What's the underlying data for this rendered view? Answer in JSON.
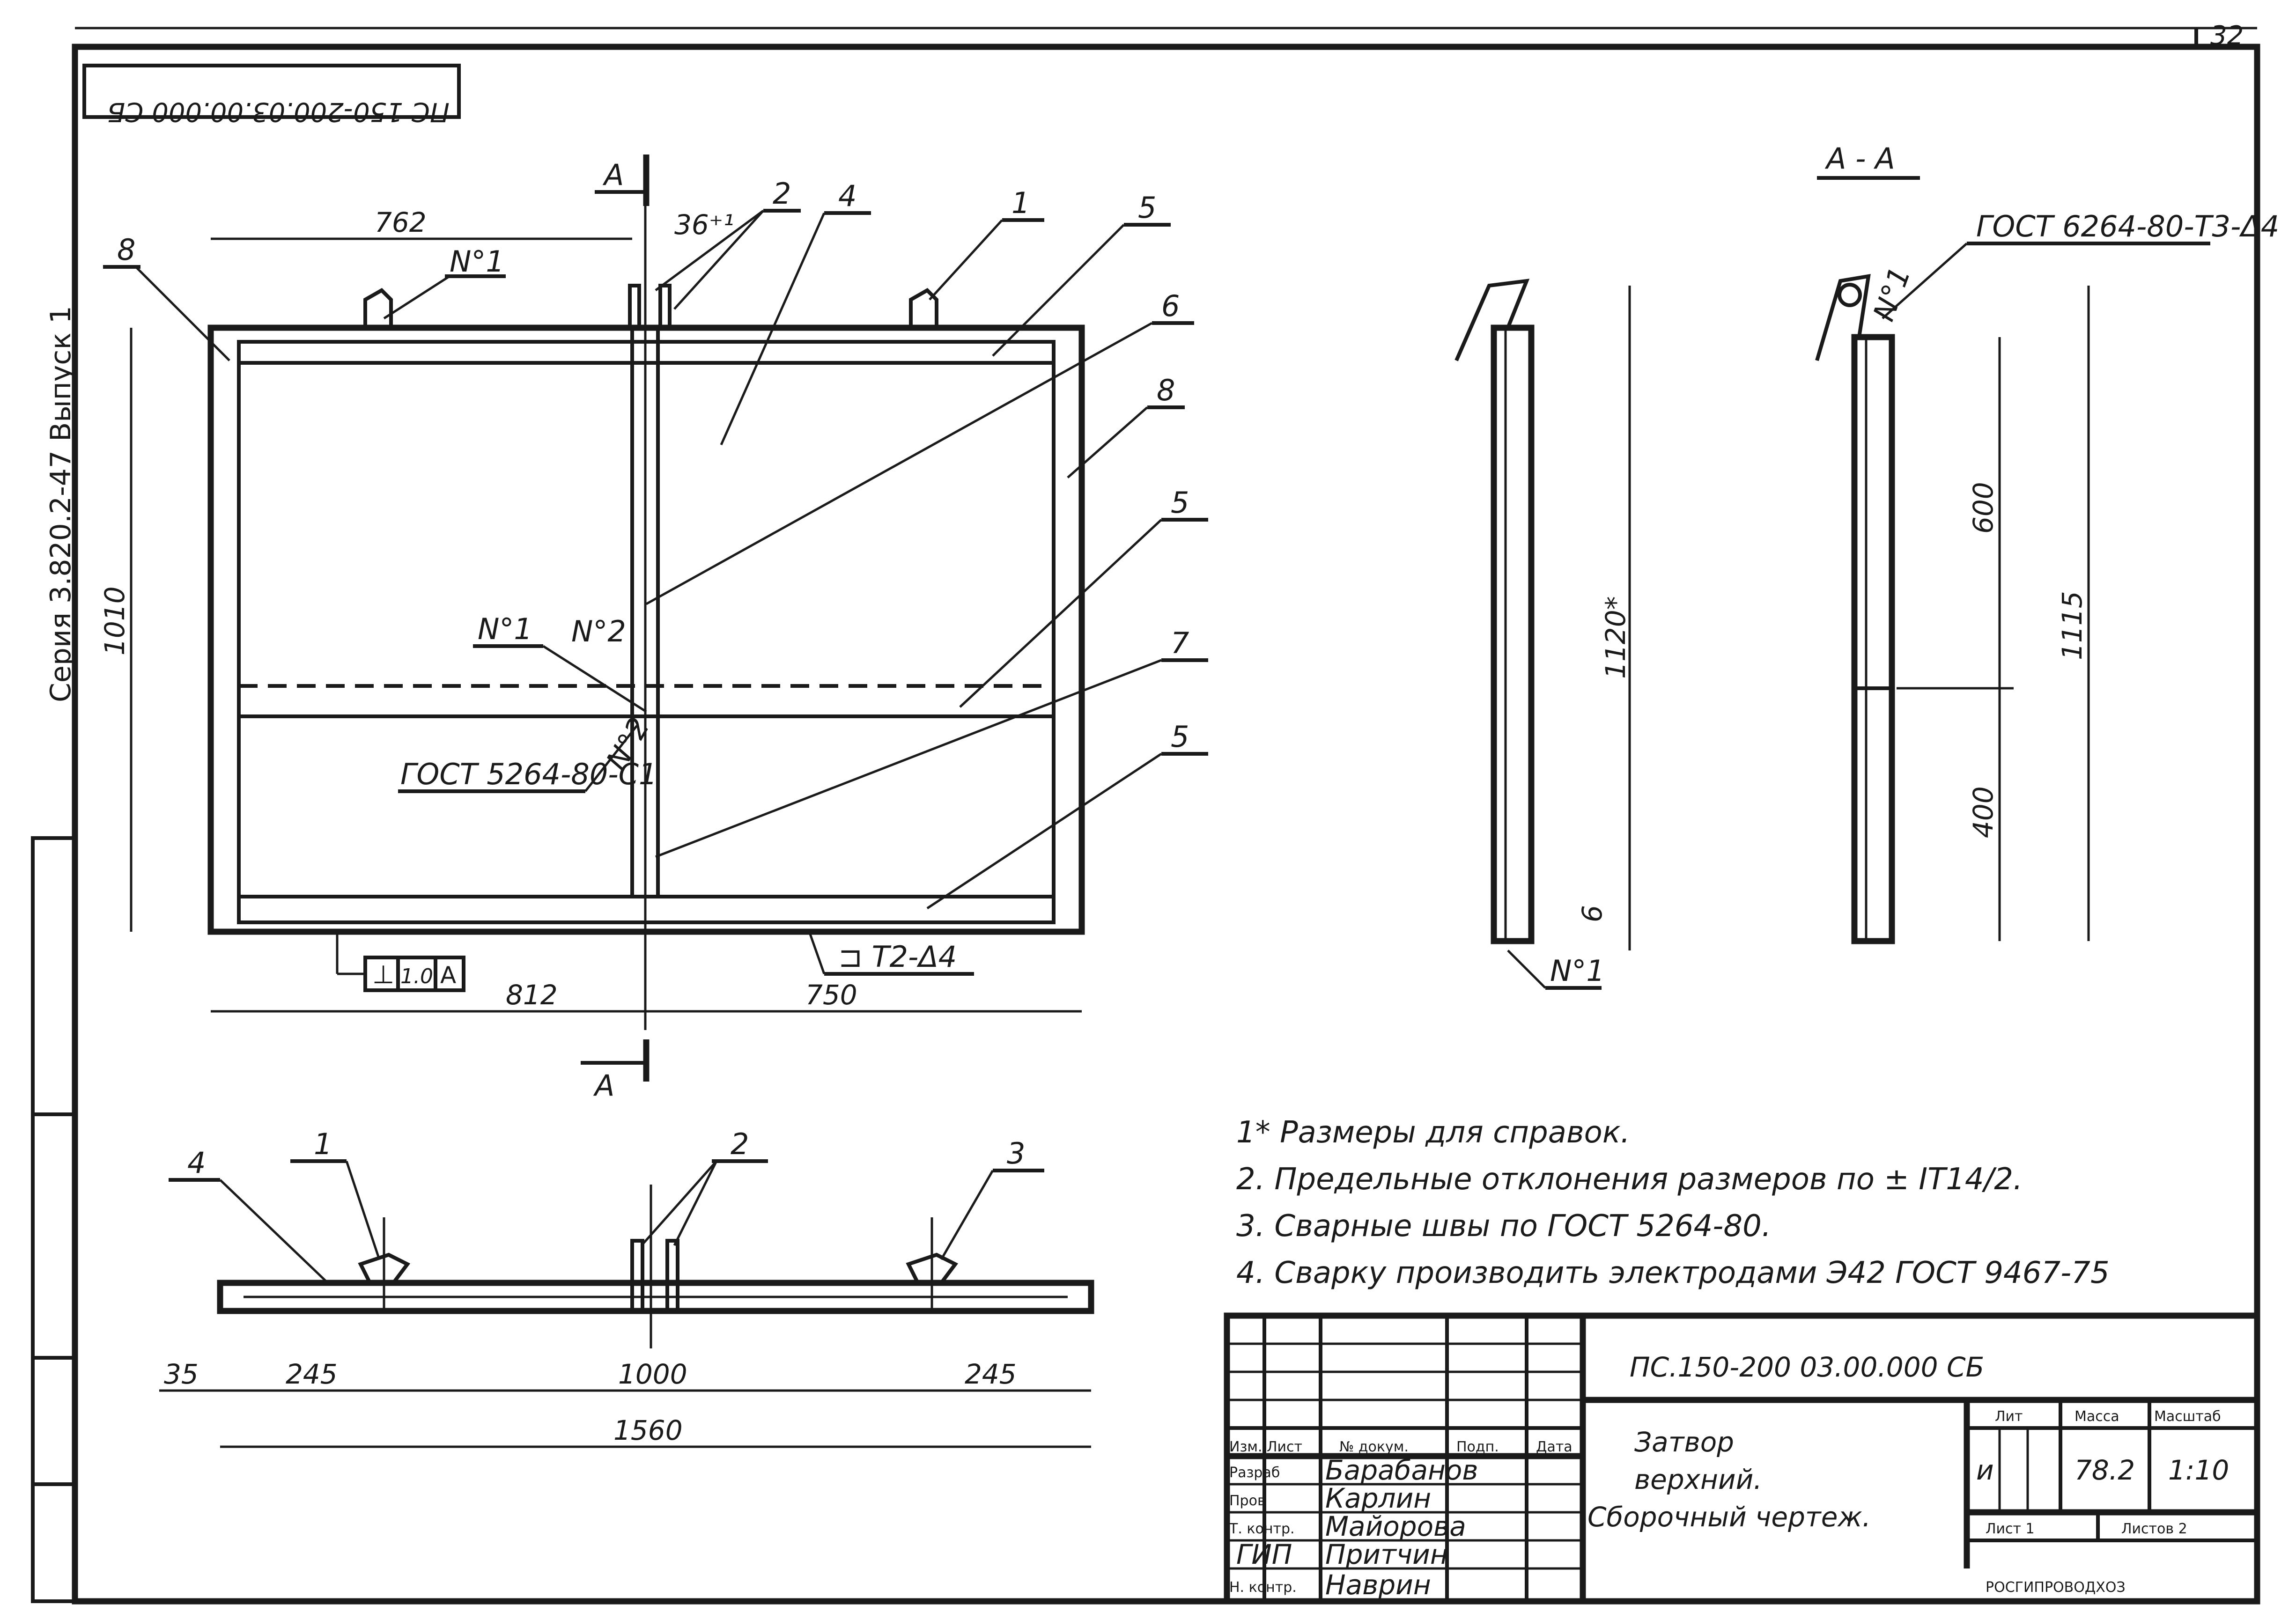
{
  "sheet": {
    "page_number": "32",
    "stamp_top_left": "ПС 150-200.03.00.000 СБ",
    "side_series": "Серия 3.820.2-47 Выпуск 1"
  },
  "front_view": {
    "section_mark": "А",
    "weld_marks": [
      "N°1",
      "N°2",
      "N°1",
      "N°2"
    ],
    "callouts": [
      "1",
      "2",
      "4",
      "5",
      "6",
      "8",
      "5",
      "7",
      "5",
      "8"
    ],
    "dims": {
      "top_left": "762",
      "top_gap": "36⁺¹",
      "height": "1010",
      "bottom_left": "812",
      "bottom_right": "750"
    },
    "weld_std": "ГОСТ 5264-80-С1",
    "weld_bottom": "⊐ Т2-Δ4",
    "tolerance_frame": [
      "⊥",
      "1.0",
      "А"
    ]
  },
  "plan_view": {
    "callouts": [
      "4",
      "1",
      "2",
      "3"
    ],
    "dims": [
      "35",
      "245",
      "1000",
      "245",
      "1560"
    ]
  },
  "section_view": {
    "title": "А - А",
    "weld_std": "ГОСТ 6264-80-Т3-Δ4",
    "dims": [
      "1120*",
      "6",
      "600",
      "400",
      "1115"
    ],
    "weld_marks": [
      "N°1",
      "N°1"
    ]
  },
  "notes": [
    "1* Размеры для справок.",
    "2. Предельные отклонения размеров по ± IT14/2.",
    "3. Сварные швы по ГОСТ 5264-80.",
    "4. Сварку производить электродами Э42 ГОСТ 9467-75"
  ],
  "title_block": {
    "designation": "ПС.150-200 03.00.000 СБ",
    "title_lines": [
      "Затвор",
      "верхний.",
      "Сборочный чертеж."
    ],
    "header": [
      "Изм.",
      "Лист",
      "№ докум.",
      "Подп.",
      "Дата"
    ],
    "roles": [
      {
        "role": "Разраб",
        "name": "Барабанов"
      },
      {
        "role": "Пров",
        "name": "Карлин"
      },
      {
        "role": "Т. контр.",
        "name": "Майорова"
      },
      {
        "role": "ГИП",
        "name": "Притчин"
      },
      {
        "role": "Н. контр.",
        "name": "Наврин"
      }
    ],
    "lit_label": "Лит",
    "lit_value": "и",
    "mass_label": "Масса",
    "mass_value": "78.2",
    "scale_label": "Масштаб",
    "scale_value": "1:10",
    "sheet_label": "Лист 1",
    "sheets_label": "Листов 2",
    "org": "РОСГИПРОВОДХОЗ"
  }
}
